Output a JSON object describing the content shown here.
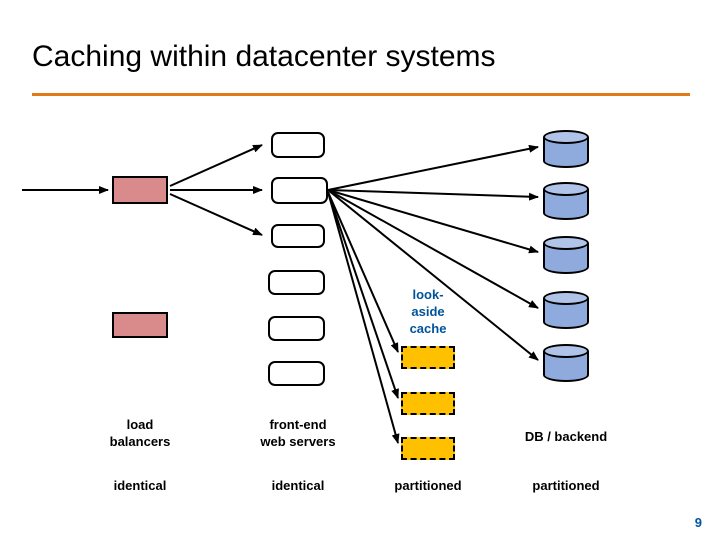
{
  "slide": {
    "title": "Caching within datacenter systems",
    "page_number": "9",
    "accent_rule_color": "#E07B18",
    "title_color": "#000000",
    "cache_label_color": "#00539C"
  },
  "columns": [
    {
      "name": "load balancers",
      "label_line1": "load",
      "label_line2": "balancers",
      "sublabel": "identical"
    },
    {
      "name": "front-end web servers",
      "label_line1": "front-end",
      "label_line2": "web servers",
      "sublabel": "identical"
    },
    {
      "name": "look-aside cache",
      "label_line1": "look-",
      "label_line2": "aside",
      "label_line3": "cache",
      "sublabel": "partitioned"
    },
    {
      "name": "DB / backend",
      "label_line1": "DB / backend",
      "sublabel": "partitioned"
    }
  ],
  "shapes": {
    "load_balancer_color": "#D98B8B",
    "web_server_color": "#FFFFFF",
    "cache_color": "#FFC000",
    "db_color": "#8FAADC",
    "load_balancer_count": 2,
    "web_server_count": 6,
    "cache_count": 3,
    "db_count": 5
  }
}
